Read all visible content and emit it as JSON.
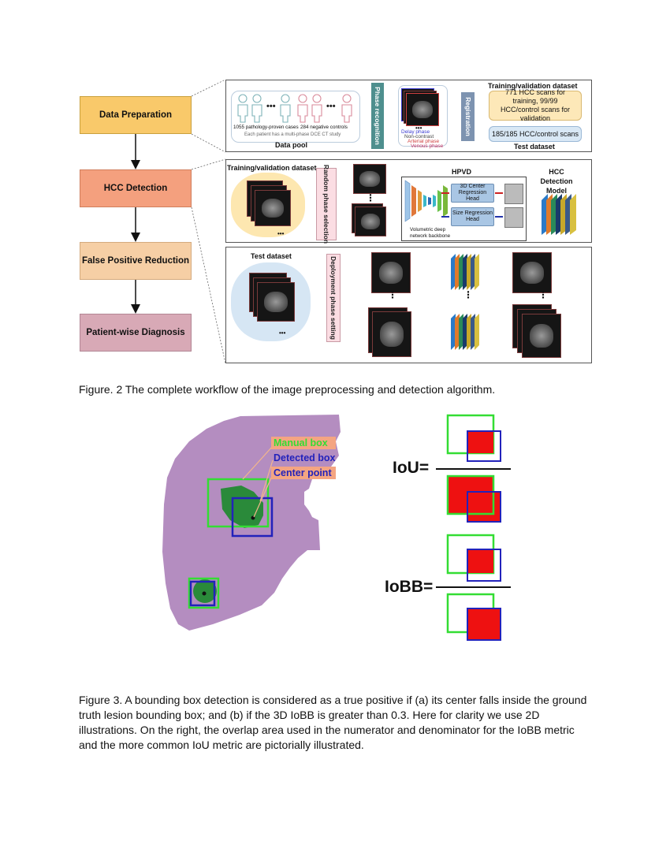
{
  "stages": [
    {
      "label": "Data Preparation",
      "color": "#f9c96a",
      "border": "#c9a03c"
    },
    {
      "label": "HCC Detection",
      "color": "#f4a07e",
      "border": "#d07e5c"
    },
    {
      "label": "False Positive Reduction",
      "color": "#f6cfa5",
      "border": "#d4aa7e"
    },
    {
      "label": "Patient-wise Diagnosis",
      "color": "#d8a9b6",
      "border": "#b28694"
    }
  ],
  "prep_panel": {
    "pathology": "1055 pathology-proven cases",
    "negative": "284 negative controls",
    "study_note": "Each patient has a multi-phase DCE CT study",
    "data_pool": "Data pool",
    "phase_recognition": "Phase recognition",
    "phases": [
      {
        "label": "Delay phase",
        "color": "#3a3ad0"
      },
      {
        "label": "Non-contrast",
        "color": "#444444"
      },
      {
        "label": "Arterial phase",
        "color": "#d04040"
      },
      {
        "label": "Venous phase",
        "color": "#c03060"
      }
    ],
    "registration": "Registration",
    "trainval_title": "Training/validation dataset",
    "trainval_box": "771 HCC scans for training, 99/99 HCC/control scans for validation",
    "test_box": "185/185 HCC/control scans",
    "test_title": "Test dataset",
    "ellipsis": "•••"
  },
  "detect_panel": {
    "title": "Training/validation dataset",
    "random_phase": "Random phase selection",
    "hpvd": "HPVD",
    "center_head": "3D Center Regression Head",
    "size_head": "Size Regression Head",
    "backbone": "Volumetric deep network backbone",
    "model": "HCC Detection Model",
    "ellipsis": "•••",
    "vdots": "⋮"
  },
  "test_panel": {
    "title": "Test dataset",
    "deployment": "Deployment phase setting",
    "ellipsis": "•••",
    "vdots": "⋮"
  },
  "fig2_caption": "Figure. 2 The complete workflow of the image preprocessing and detection algorithm.",
  "fig3": {
    "manual_box": "Manual box",
    "detected_box": "Detected box",
    "center_point": "Center point",
    "iou": "IoU=",
    "iobb": "IoBB="
  },
  "colors": {
    "liver": "#b48dc0",
    "lesion": "#2a8a3a",
    "manual": "#33dd33",
    "detected": "#2222bb",
    "overlap": "#ee1111"
  },
  "fig3_caption": "Figure 3. A bounding box detection is considered as a true positive if (a) its center falls inside the ground truth lesion bounding box; and (b) if the 3D IoBB is greater than 0.3. Here for clarity we use 2D illustrations. On the right, the overlap area used in the numerator and denominator for the IoBB metric and the more common IoU metric are pictorially illustrated."
}
